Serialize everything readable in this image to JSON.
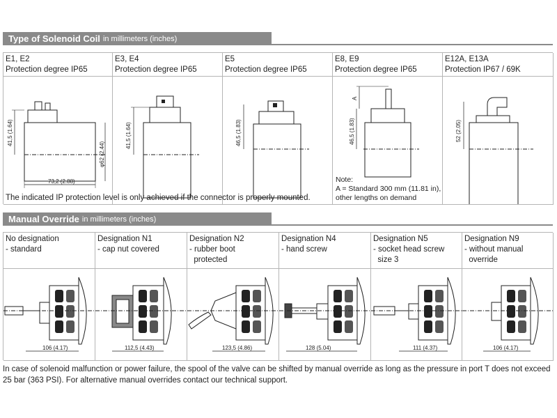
{
  "coil_section": {
    "title": "Type of Solenoid Coil",
    "unit": "in millimeters (inches)",
    "columns": [
      {
        "types": "E1,  E2",
        "protection": "Protection degree IP65",
        "dims": [
          "41,5 (1.64)",
          "φ62 (2.44)",
          "73,2 (2.88)"
        ]
      },
      {
        "types": "E3, E4",
        "protection": "Protection degree IP65",
        "dims": [
          "41,5 (1.64)"
        ]
      },
      {
        "types": "E5",
        "protection": "Protection degree IP65",
        "dims": [
          "46,5 (1.83)"
        ]
      },
      {
        "types": "E8, E9",
        "protection": "Protection degree IP65",
        "dims": [
          "46,5 (1.83)",
          "A"
        ]
      },
      {
        "types": "E12A, E13A",
        "protection": "Protection IP67 / 69K",
        "dims": [
          "52 (2.05)"
        ]
      }
    ],
    "note_label": "Note:",
    "note_text": "A = Standard 300 mm (11.81 in), other lengths on demand",
    "ip_notice": "The indicated IP protection level is only achieved if the connector is properly mounted."
  },
  "override_section": {
    "title": "Manual Override",
    "unit": "in millimeters (inches)",
    "columns": [
      {
        "designation": "No designation",
        "desc": "- standard",
        "dim": "106 (4.17)"
      },
      {
        "designation": "Designation N1",
        "desc": "- cap nut covered",
        "dim": "112,5 (4.43)"
      },
      {
        "designation": "Designation N2",
        "desc": "- rubber boot\n  protected",
        "dim": "123,5 (4.86)"
      },
      {
        "designation": "Designation N4",
        "desc": "- hand screw",
        "dim": "128 (5.04)"
      },
      {
        "designation": "Designation N5",
        "desc": "- socket head screw\n  size 3",
        "dim": "111 (4.37)"
      },
      {
        "designation": "Designation N9",
        "desc": "- without manual\n  override",
        "dim": "106 (4.17)"
      }
    ]
  },
  "footer": "In case of solenoid malfunction or power failure, the spool of the valve can be shifted by manual override as long as the pressure in port T does not exceed 25 bar (363 PSI). For alternative manual overrides contact our technical support."
}
